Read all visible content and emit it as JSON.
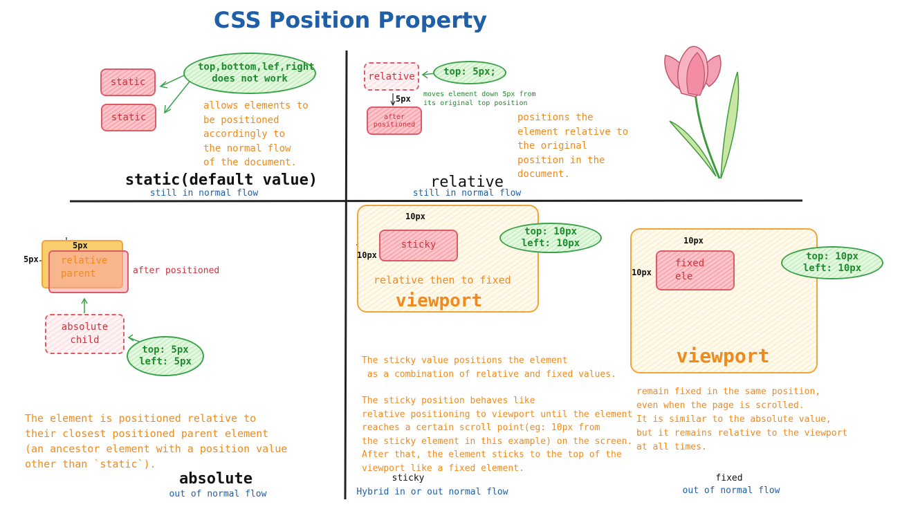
{
  "title": "CSS Position Property",
  "static": {
    "box1": "static",
    "box2": "static",
    "note": "top,bottom,lef,right does not work",
    "desc": [
      "allows elements to",
      "be positioned",
      "accordingly to",
      "the normal flow",
      "of the document."
    ],
    "heading": "static(default value)",
    "flow": "still in normal flow"
  },
  "relative": {
    "box1": "relative",
    "box2": "after positioned",
    "offset_label": "5px",
    "note": "top: 5px;",
    "note_small": [
      "moves element down 5px from",
      "its original top position"
    ],
    "desc": [
      "positions the",
      "element relative to",
      "the original",
      "position in the",
      "document."
    ],
    "heading": "relative",
    "flow": "still in normal flow"
  },
  "absolute": {
    "parent_label": [
      "relative",
      "parent"
    ],
    "after_label": "after positioned",
    "top_offset": "5px",
    "left_offset": "5px",
    "child_label": [
      "absolute",
      "child"
    ],
    "note": [
      "top: 5px",
      "left: 5px"
    ],
    "desc": [
      "The element is positioned relative to",
      "their closest positioned parent element",
      "(an ancestor element with a position value",
      "other than `static`)."
    ],
    "heading": "absolute",
    "flow": "out of normal flow"
  },
  "sticky": {
    "top_offset": "10px",
    "left_offset": "10px",
    "box": "sticky",
    "note": [
      "top: 10px",
      "left: 10px"
    ],
    "inner_text": "relative then to fixed",
    "viewport": "viewport",
    "desc1": [
      "The sticky value positions the element",
      " as a combination of relative and fixed values."
    ],
    "desc2": [
      "The sticky position behaves like",
      "relative positioning to viewport until the element",
      "reaches a certain scroll point(eg: 10px from",
      "the sticky element in this example) on the screen.",
      "After that, the element sticks to the top of the",
      "viewport like a fixed element."
    ],
    "heading": "sticky",
    "flow": "Hybrid in or out normal flow"
  },
  "fixed": {
    "top_offset": "10px",
    "left_offset": "10px",
    "box": [
      "fixed",
      "ele"
    ],
    "note": [
      "top: 10px",
      "left: 10px"
    ],
    "viewport": "viewport",
    "desc": [
      "remain fixed in the same position,",
      "even when the page is scrolled.",
      "It is similar to the absolute value,",
      "but it remains relative to the viewport",
      "at all times."
    ],
    "heading": "fixed",
    "flow": "out of normal flow"
  },
  "colors": {
    "title": "#1f5fa8",
    "orange": "#f08a1c",
    "red": "#d0303d",
    "green": "#1c8c2c"
  },
  "icons": [
    "tulip-icon"
  ]
}
